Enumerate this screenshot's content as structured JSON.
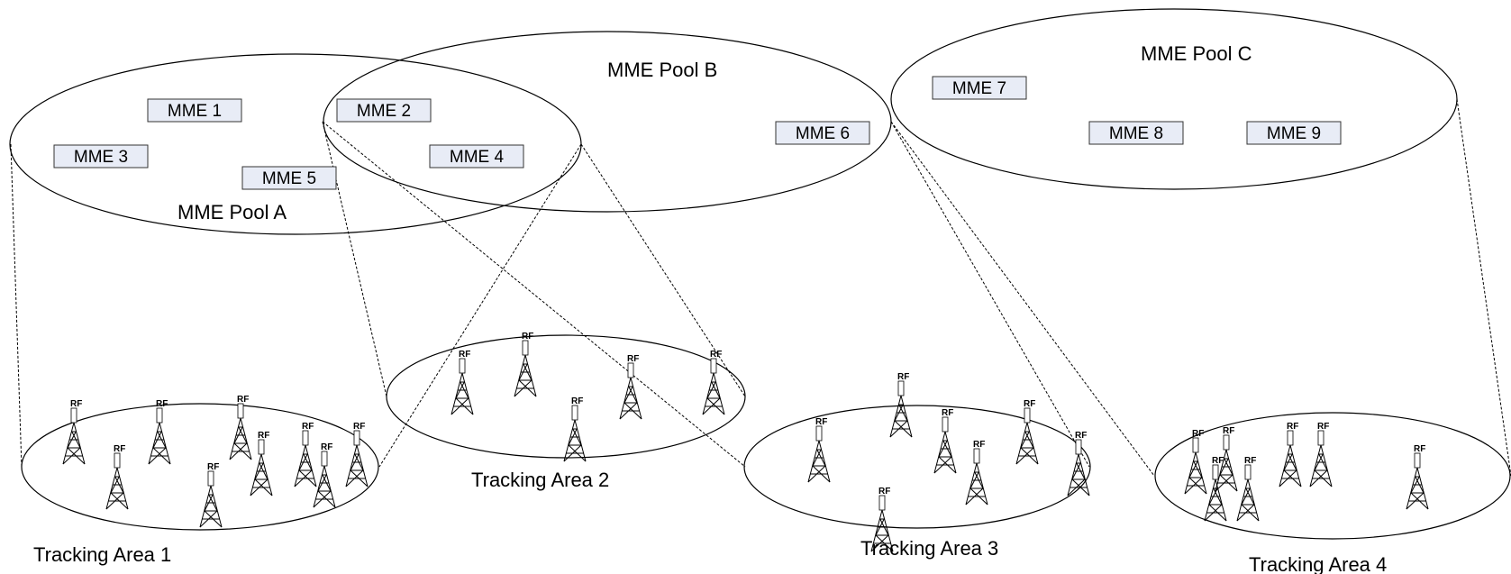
{
  "pools": [
    {
      "label": "MME Pool A"
    },
    {
      "label": "MME Pool B"
    },
    {
      "label": "MME Pool C"
    }
  ],
  "mmes": [
    {
      "label": "MME 1"
    },
    {
      "label": "MME 2"
    },
    {
      "label": "MME 3"
    },
    {
      "label": "MME 4"
    },
    {
      "label": "MME 5"
    },
    {
      "label": "MME 6"
    },
    {
      "label": "MME 7"
    },
    {
      "label": "MME 8"
    },
    {
      "label": "MME 9"
    }
  ],
  "tracking_areas": [
    {
      "label": "Tracking Area 1"
    },
    {
      "label": "Tracking Area 2"
    },
    {
      "label": "Tracking Area 3"
    },
    {
      "label": "Tracking Area 4"
    }
  ],
  "tower_label": "RF",
  "tower_counts": [
    9,
    5,
    7,
    7
  ]
}
